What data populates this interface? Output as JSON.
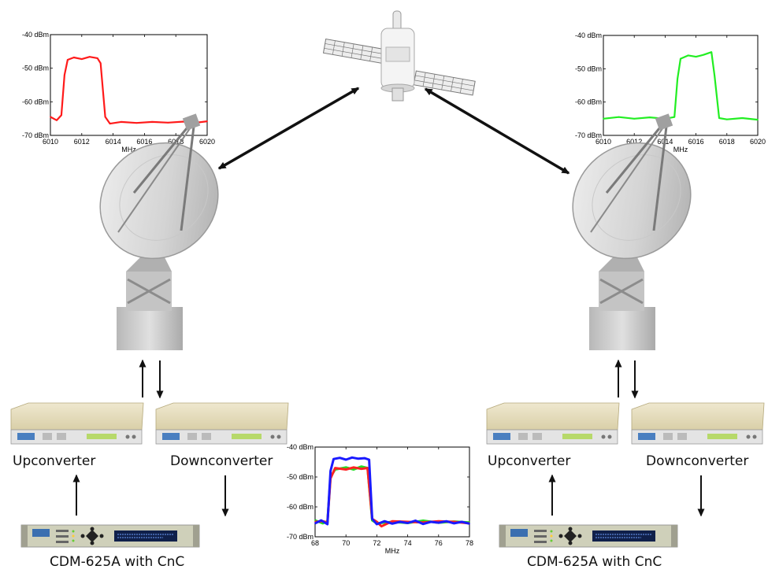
{
  "colors": {
    "left_trace": "#ff1a1a",
    "right_trace": "#22ee22",
    "bottom_blue": "#1a1aff",
    "bottom_green": "#22dd22",
    "bottom_red": "#ff2222",
    "arrow": "#111111"
  },
  "labels": {
    "upconverter_left": "Upconverter",
    "downconverter_left": "Downconverter",
    "modem_left": "CDM-625A with CnC",
    "upconverter_right": "Upconverter",
    "downconverter_right": "Downconverter",
    "modem_right": "CDM-625A with CnC"
  },
  "icons": [
    "satellite-icon",
    "dish-antenna-icon",
    "converter-unit-icon",
    "modem-unit-icon"
  ],
  "chart_data": [
    {
      "type": "line",
      "id": "left",
      "xlabel": "MHz",
      "ylabel": "",
      "xlim": [
        6010,
        6020
      ],
      "ylim": [
        -70,
        -40
      ],
      "xticks": [
        "6010",
        "6012",
        "6014",
        "6016",
        "6018",
        "6020"
      ],
      "yticks": [
        "-40 dBm",
        "-50 dBm",
        "-60 dBm",
        "-70 dBm"
      ],
      "series": [
        {
          "color": "#ff1a1a",
          "x": [
            6010.0,
            6010.4,
            6010.7,
            6010.9,
            6011.1,
            6011.5,
            6012.0,
            6012.5,
            6013.0,
            6013.2,
            6013.5,
            6013.8,
            6014.5,
            6015.5,
            6016.5,
            6017.5,
            6018.5,
            6019.5,
            6020.0
          ],
          "y": [
            -64.5,
            -65.5,
            -64.0,
            -52.0,
            -47.5,
            -46.8,
            -47.3,
            -46.6,
            -47.0,
            -48.5,
            -64.5,
            -66.5,
            -66.0,
            -66.3,
            -66.0,
            -66.2,
            -65.9,
            -66.1,
            -65.8
          ]
        }
      ]
    },
    {
      "type": "line",
      "id": "right",
      "xlabel": "MHz",
      "ylabel": "",
      "xlim": [
        6010,
        6020
      ],
      "ylim": [
        -70,
        -40
      ],
      "xticks": [
        "6010",
        "6012",
        "6014",
        "6016",
        "6018",
        "6020"
      ],
      "yticks": [
        "-40 dBm",
        "-50 dBm",
        "-60 dBm",
        "-70 dBm"
      ],
      "series": [
        {
          "color": "#22ee22",
          "x": [
            6010.0,
            6011.0,
            6012.0,
            6013.0,
            6014.0,
            6014.6,
            6014.8,
            6015.0,
            6015.5,
            6016.0,
            6016.5,
            6017.0,
            6017.2,
            6017.5,
            6018.0,
            6019.0,
            6020.0
          ],
          "y": [
            -65.0,
            -64.5,
            -65.0,
            -64.6,
            -65.0,
            -64.5,
            -53.0,
            -47.0,
            -46.0,
            -46.4,
            -45.8,
            -45.0,
            -52.0,
            -64.8,
            -65.2,
            -64.8,
            -65.3
          ]
        }
      ]
    },
    {
      "type": "line",
      "id": "bottom",
      "xlabel": "MHz",
      "ylabel": "",
      "xlim": [
        68,
        78
      ],
      "ylim": [
        -70,
        -40
      ],
      "xticks": [
        "68",
        "70",
        "72",
        "74",
        "76",
        "78"
      ],
      "yticks": [
        "-40 dBm",
        "-50 dBm",
        "-60 dBm",
        "-70 dBm"
      ],
      "series": [
        {
          "color": "#22dd22",
          "x": [
            68.0,
            68.5,
            68.8,
            69.0,
            69.3,
            70.0,
            70.5,
            71.0,
            71.4,
            71.7,
            72.0,
            73.0,
            74.0,
            75.0,
            76.0,
            77.0,
            78.0
          ],
          "y": [
            -64.5,
            -65.5,
            -64.8,
            -50.0,
            -47.5,
            -46.8,
            -47.5,
            -46.5,
            -47.0,
            -64.5,
            -65.5,
            -65.0,
            -65.4,
            -64.6,
            -65.3,
            -64.9,
            -65.2
          ]
        },
        {
          "color": "#ff2222",
          "x": [
            68.0,
            68.5,
            68.8,
            69.0,
            69.3,
            70.0,
            70.5,
            71.0,
            71.4,
            71.7,
            72.0,
            72.3,
            73.0,
            74.0,
            75.0,
            76.0,
            77.0,
            78.0
          ],
          "y": [
            -65.0,
            -64.8,
            -65.2,
            -50.5,
            -47.0,
            -47.5,
            -46.8,
            -47.3,
            -47.0,
            -64.0,
            -65.0,
            -66.5,
            -64.8,
            -65.0,
            -65.2,
            -64.8,
            -65.0,
            -65.5
          ]
        },
        {
          "color": "#1a1aff",
          "x": [
            68.0,
            68.4,
            68.8,
            69.0,
            69.2,
            69.6,
            70.0,
            70.4,
            70.8,
            71.2,
            71.5,
            71.7,
            72.0,
            72.5,
            73.0,
            73.5,
            74.0,
            74.5,
            75.0,
            75.5,
            76.0,
            76.5,
            77.0,
            77.5,
            78.0
          ],
          "y": [
            -65.5,
            -64.5,
            -65.8,
            -48.0,
            -44.0,
            -43.6,
            -44.2,
            -43.5,
            -43.9,
            -43.7,
            -44.2,
            -64.0,
            -65.8,
            -64.8,
            -65.6,
            -65.0,
            -65.4,
            -64.6,
            -65.7,
            -65.0,
            -65.3,
            -64.8,
            -65.5,
            -65.0,
            -65.6
          ]
        }
      ]
    }
  ]
}
